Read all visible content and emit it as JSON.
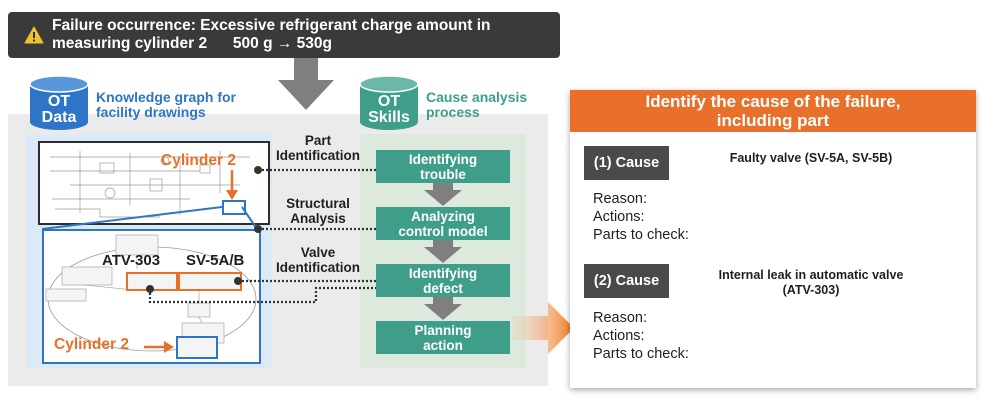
{
  "banner": {
    "line1": "Failure occurrence: Excessive refrigerant  charge amount in",
    "line2": "measuring cylinder 2      500 g → 530g",
    "icon": "warning-icon"
  },
  "ot_data": {
    "cylinder_line1": "OT",
    "cylinder_line2": "Data",
    "caption_line1": "Knowledge graph for",
    "caption_line2": "facility drawings"
  },
  "ot_skills": {
    "cylinder_line1": "OT",
    "cylinder_line2": "Skills",
    "caption_line1": "Cause analysis",
    "caption_line2": "process"
  },
  "drawing_labels": {
    "cylinder_top": "Cylinder 2",
    "cylinder_bottom": "Cylinder 2",
    "atv": "ATV-303",
    "sv": "SV-5A/B"
  },
  "links": [
    {
      "line1": "Part",
      "line2": "Identification"
    },
    {
      "line1": "Structural",
      "line2": "Analysis"
    },
    {
      "line1": "Valve",
      "line2": "Identification"
    }
  ],
  "steps": [
    {
      "line1": "Identifying",
      "line2": "trouble"
    },
    {
      "line1": "Analyzing",
      "line2": "control model"
    },
    {
      "line1": "Identifying",
      "line2": "defect"
    },
    {
      "line1": "Planning",
      "line2": "action"
    }
  ],
  "result": {
    "header_line1": "Identify the cause of the failure,",
    "header_line2": "including part",
    "causes": [
      {
        "badge": "(1) Cause",
        "title_line1": "Faulty valve (SV-5A, SV-5B)",
        "title_line2": "",
        "reason": "Reason:",
        "actions": "Actions:",
        "parts": "Parts to check:"
      },
      {
        "badge": "(2) Cause",
        "title_line1": "Internal leak in automatic valve",
        "title_line2": "(ATV-303)",
        "reason": "Reason:",
        "actions": "Actions:",
        "parts": "Parts to check:"
      }
    ]
  },
  "colors": {
    "accent_orange": "#e8702a",
    "ot_data_blue": "#2e75c7",
    "ot_skills_green": "#3e9e8a",
    "banner_dark": "#3a3a3a"
  }
}
